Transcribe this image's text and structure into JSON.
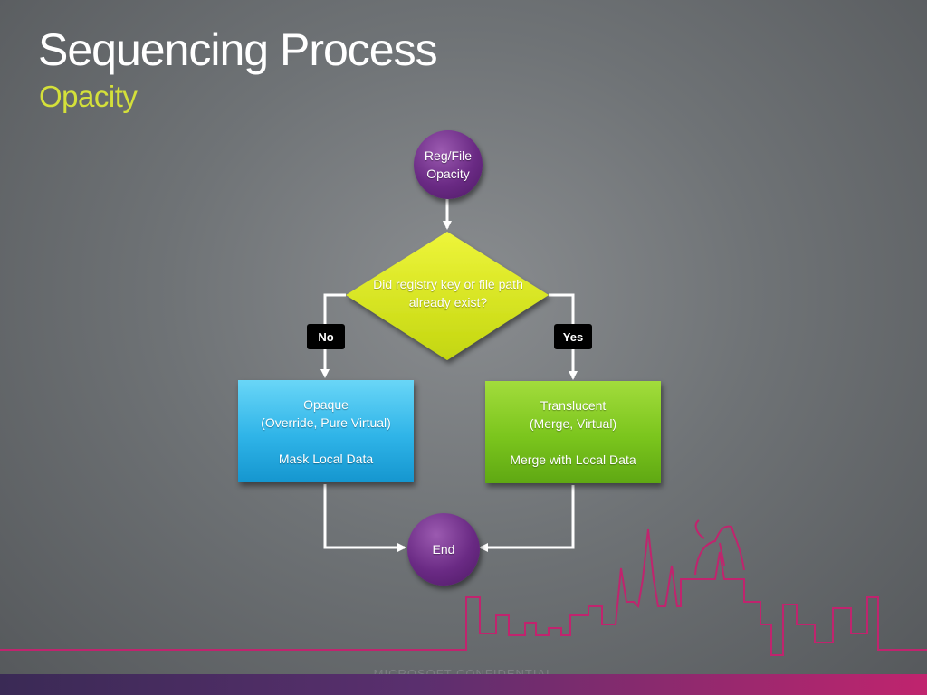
{
  "slide": {
    "title": "Sequencing Process",
    "subtitle": "Opacity",
    "footer": "MICROSOFT CONFIDENTIAL"
  },
  "colors": {
    "subtitle": "#d4e03a",
    "skyline": "#c0246e",
    "start_end_circle": "#6a2a84",
    "decision": "#d9ea1f",
    "opaque": "#2fb4e8",
    "translucent": "#7bc51d"
  },
  "flowchart": {
    "start": {
      "line1": "Reg/File",
      "line2": "Opacity"
    },
    "decision": {
      "text": "Did registry key or file path already exist?"
    },
    "no_label": "No",
    "yes_label": "Yes",
    "opaque": {
      "line1": "Opaque",
      "line2": "(Override, Pure Virtual)",
      "line3": "Mask Local Data"
    },
    "translucent": {
      "line1": "Translucent",
      "line2": "(Merge, Virtual)",
      "line3": "Merge with Local Data"
    },
    "end": {
      "label": "End"
    }
  }
}
